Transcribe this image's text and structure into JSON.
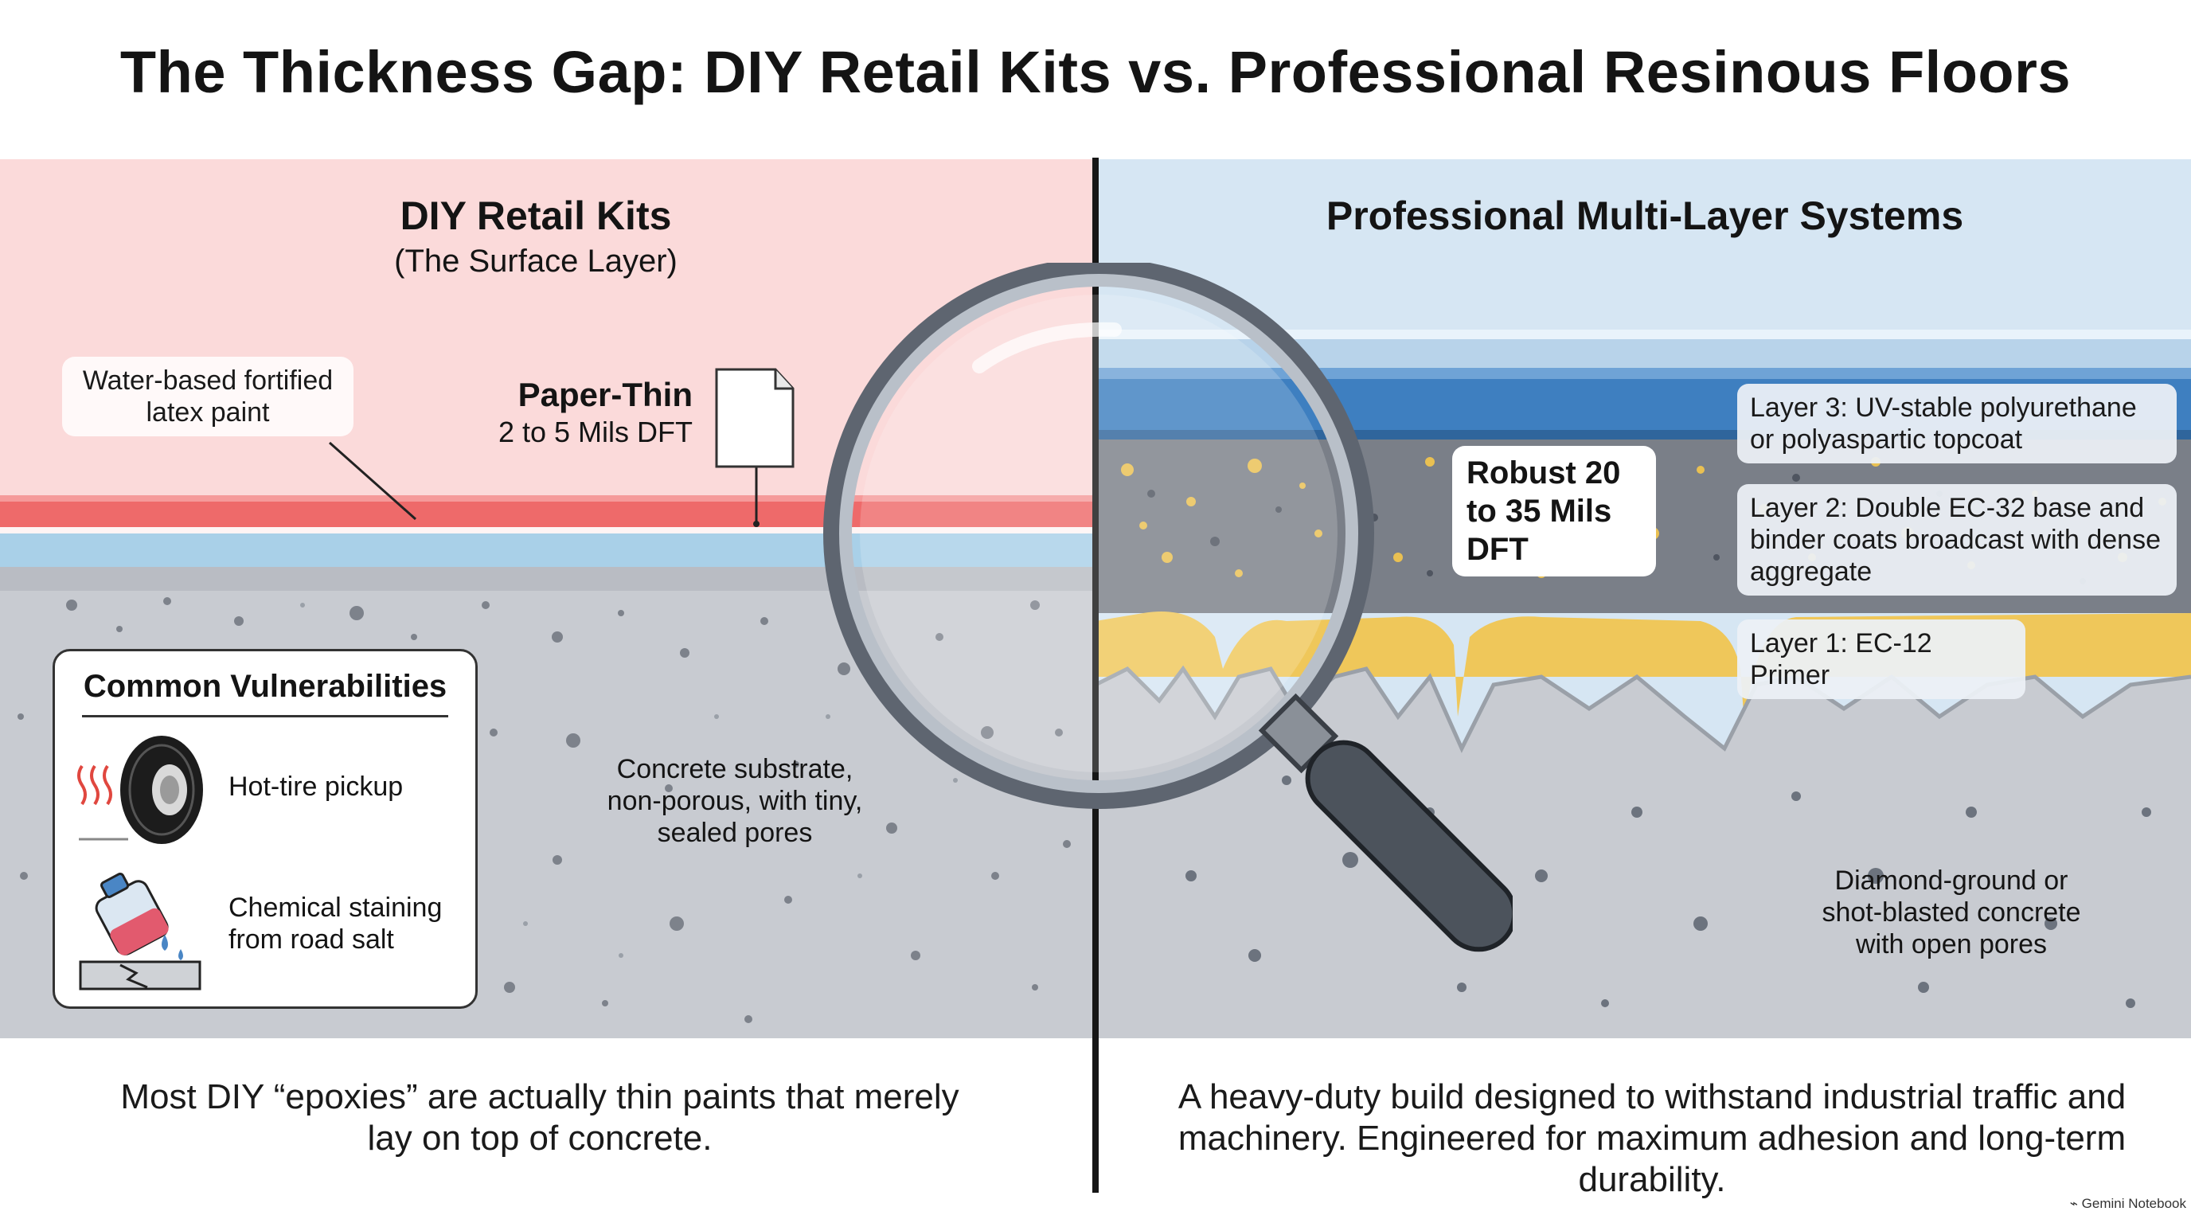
{
  "title": "The Thickness Gap: DIY Retail Kits vs. Professional Resinous Floors",
  "left": {
    "heading": "DIY Retail Kits",
    "subheading": "(The Surface Layer)",
    "paint_callout": "Water-based fortified latex paint",
    "thickness_title": "Paper-Thin",
    "thickness_value": "2 to 5 Mils DFT",
    "substrate_label": "Concrete substrate, non-porous, with tiny, sealed pores",
    "vulnerabilities": {
      "title": "Common Vulnerabilities",
      "items": [
        {
          "label": "Hot-tire pickup",
          "icon": "hot-tire-icon"
        },
        {
          "label": "Chemical staining from road salt",
          "icon": "chemical-bottle-icon"
        }
      ]
    },
    "caption": "Most DIY “epoxies” are actually thin paints that merely lay on top of concrete."
  },
  "right": {
    "heading": "Professional Multi-Layer Systems",
    "thickness_label": "Robust 20 to 35 Mils DFT",
    "layers": [
      "Layer 3: UV-stable polyurethane or polyaspartic topcoat",
      "Layer 2: Double EC-32 base and binder coats broadcast with dense aggregate",
      "Layer 1: EC-12 Primer"
    ],
    "substrate_label": "Diamond-ground or shot-blasted concrete with open pores",
    "caption": "A heavy-duty build designed to withstand industrial traffic and machinery. Engineered for maximum adhesion and long-term durability."
  },
  "credit": "Gemini Notebook",
  "colors": {
    "diy_background": "#fbdada",
    "pro_background": "#d6e6f3",
    "paint_layer": "#ee6a6a",
    "primer_layer": "#efc75a",
    "topcoat_layer": "#3e7fc0",
    "concrete": "#c9ccd2"
  }
}
